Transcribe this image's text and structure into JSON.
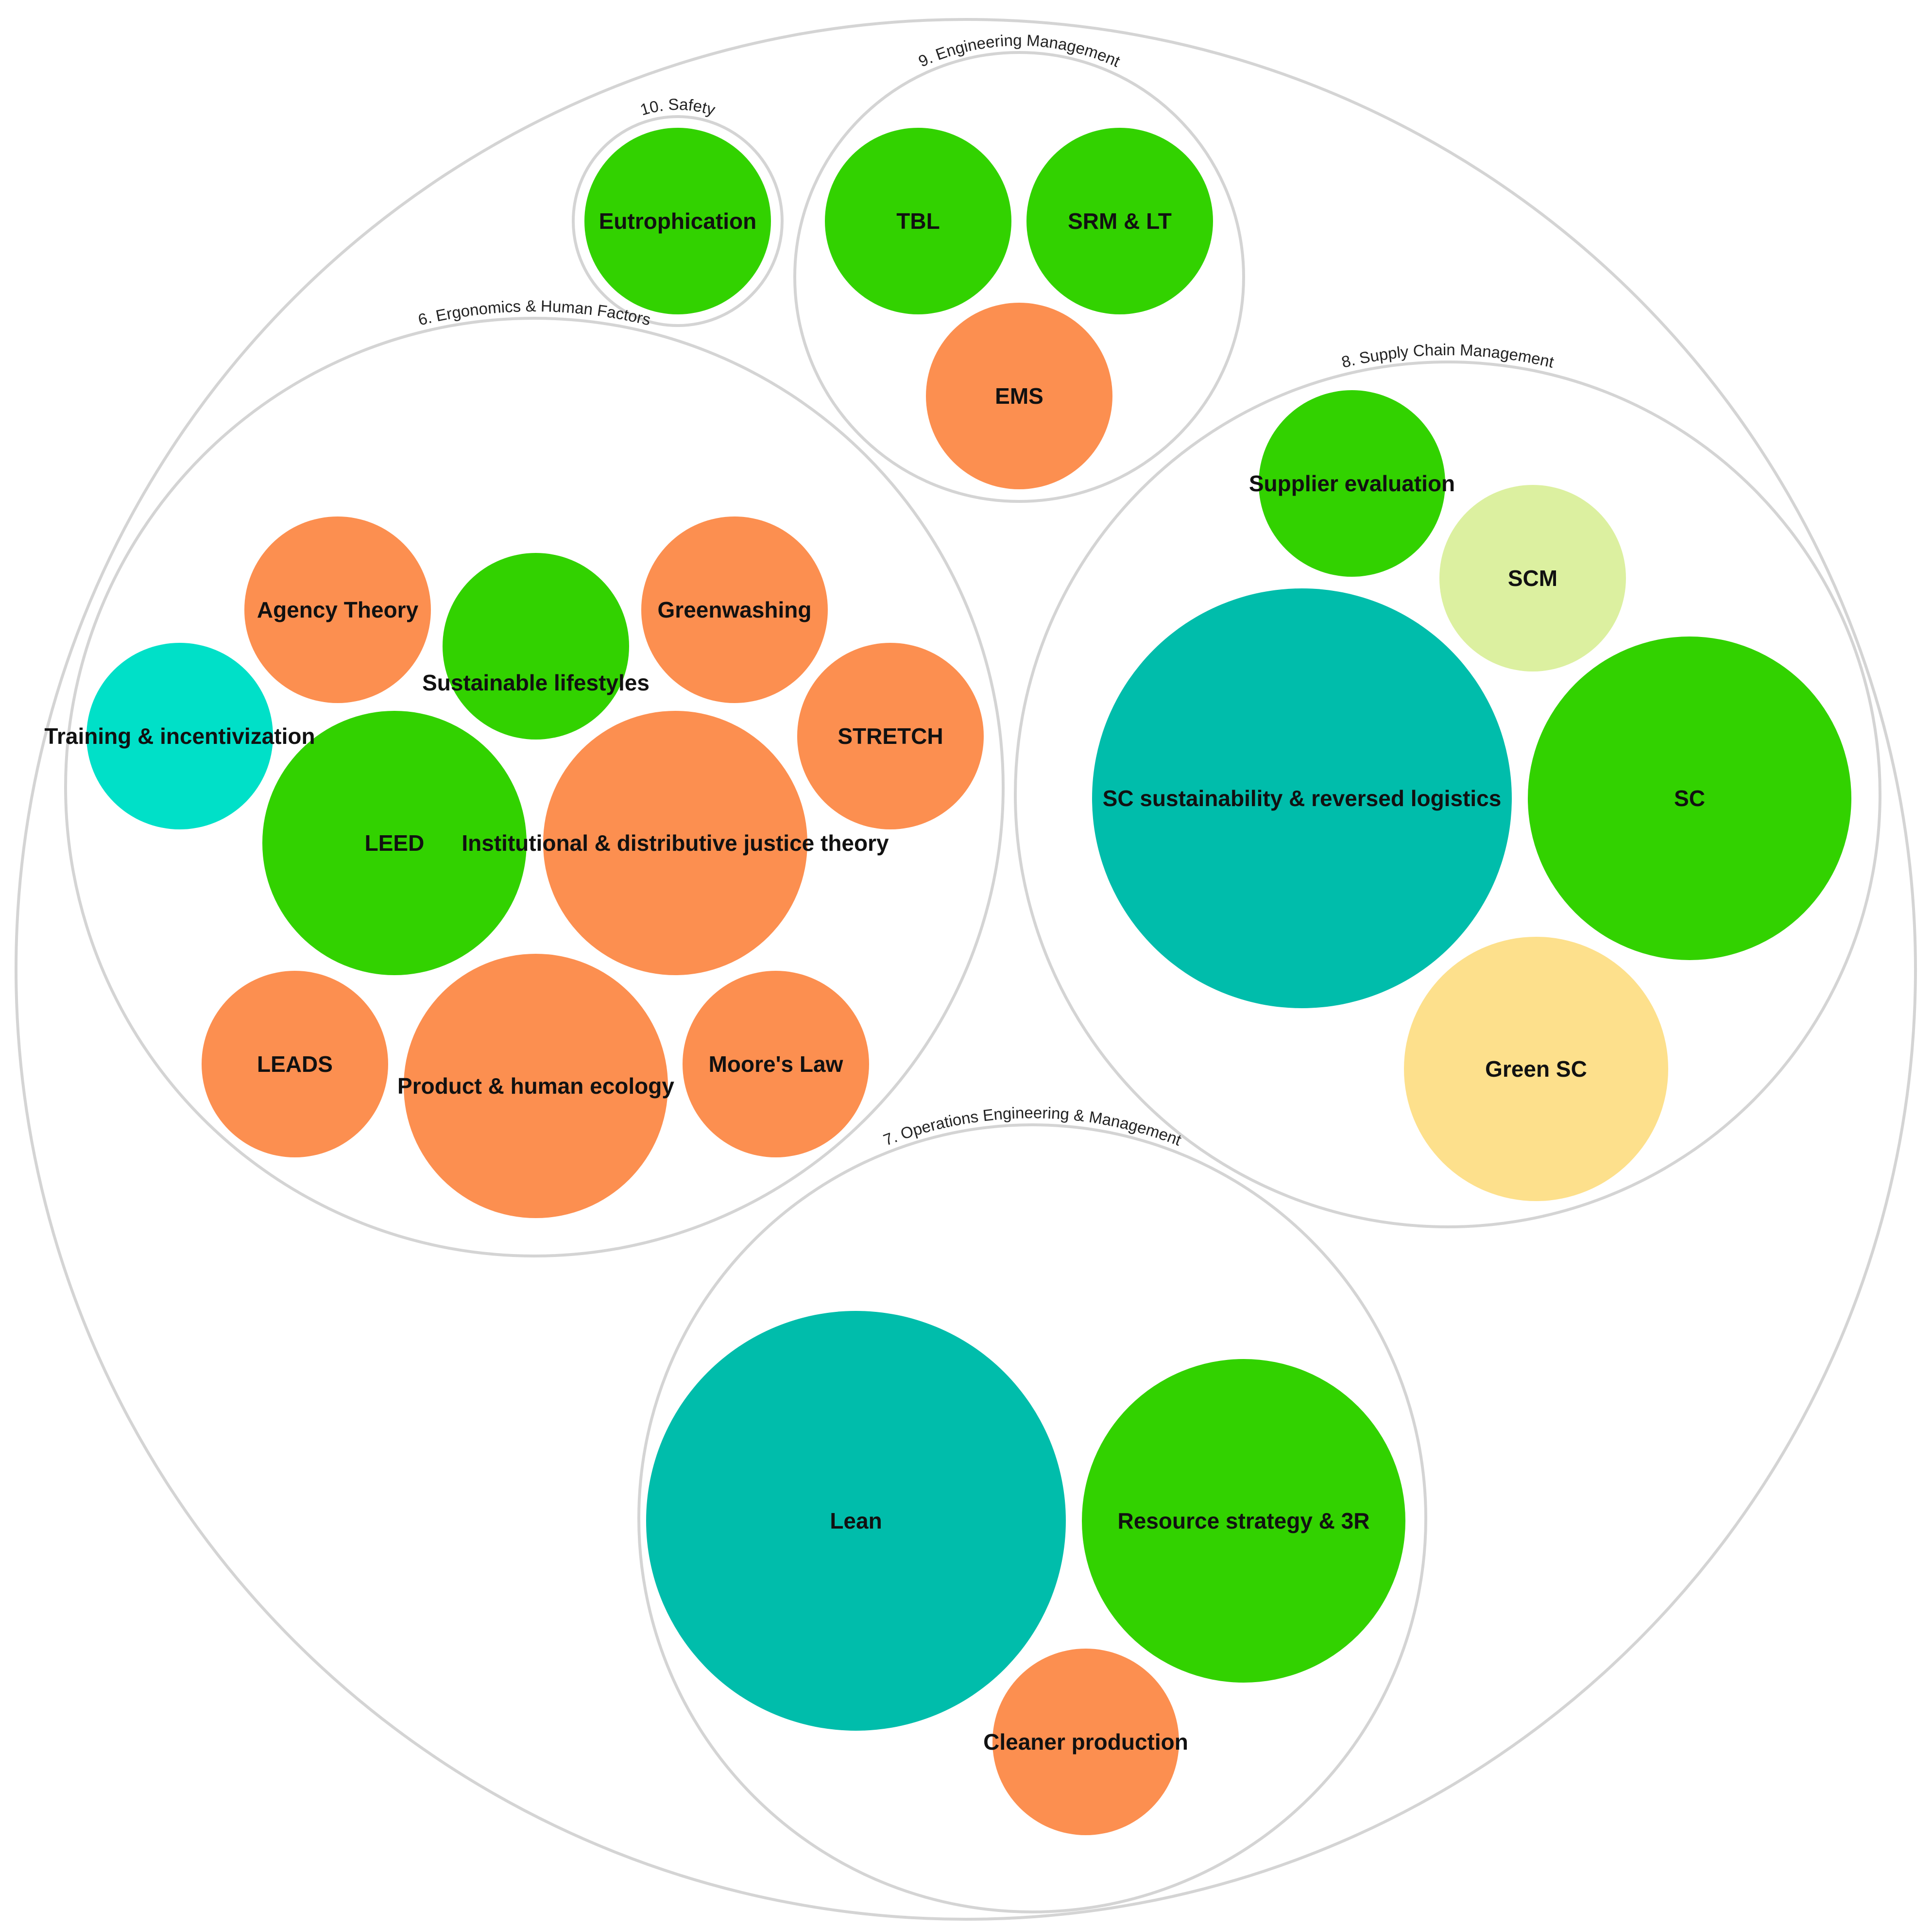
{
  "palette": {
    "orange": "#fc8f50",
    "green": "#32d200",
    "teal": "#00bdab",
    "cyan": "#00e0c8",
    "light_green": "#dcf0a0",
    "light_yellow": "#fde08c",
    "outline": "#d4d4d4"
  },
  "groups": [
    {
      "id": "safety",
      "label": "10. Safety",
      "topics": [
        {
          "label": "Eutrophication",
          "color": "green"
        }
      ]
    },
    {
      "id": "engineering-management",
      "label": "9. Engineering Management",
      "topics": [
        {
          "label": "TBL",
          "color": "green"
        },
        {
          "label": "SRM & LT",
          "color": "green"
        },
        {
          "label": "EMS",
          "color": "orange"
        }
      ]
    },
    {
      "id": "ergonomics-human-factors",
      "label": "6. Ergonomics & Human Factors",
      "topics": [
        {
          "label": "Agency Theory",
          "color": "orange"
        },
        {
          "label": "Sustainable lifestyles",
          "color": "green"
        },
        {
          "label": "Greenwashing",
          "color": "orange"
        },
        {
          "label": "Training & incentivization",
          "color": "cyan"
        },
        {
          "label": "STRETCH",
          "color": "orange"
        },
        {
          "label": "LEED",
          "color": "green"
        },
        {
          "label": "Institutional & distributive justice theory",
          "color": "orange"
        },
        {
          "label": "LEADS",
          "color": "orange"
        },
        {
          "label": "Product & human ecology",
          "color": "orange"
        },
        {
          "label": "Moore's Law",
          "color": "orange"
        }
      ]
    },
    {
      "id": "supply-chain-management",
      "label": "8. Supply Chain Management",
      "topics": [
        {
          "label": "Supplier evaluation",
          "color": "green"
        },
        {
          "label": "SCM",
          "color": "light_green"
        },
        {
          "label": "SC sustainability & reversed logistics",
          "color": "teal"
        },
        {
          "label": "SC",
          "color": "green"
        },
        {
          "label": "Green SC",
          "color": "light_yellow"
        }
      ]
    },
    {
      "id": "operations-engineering-management",
      "label": "7. Operations Engineering & Management",
      "topics": [
        {
          "label": "Lean",
          "color": "teal"
        },
        {
          "label": "Resource strategy & 3R",
          "color": "green"
        },
        {
          "label": "Cleaner production",
          "color": "orange"
        }
      ]
    }
  ]
}
